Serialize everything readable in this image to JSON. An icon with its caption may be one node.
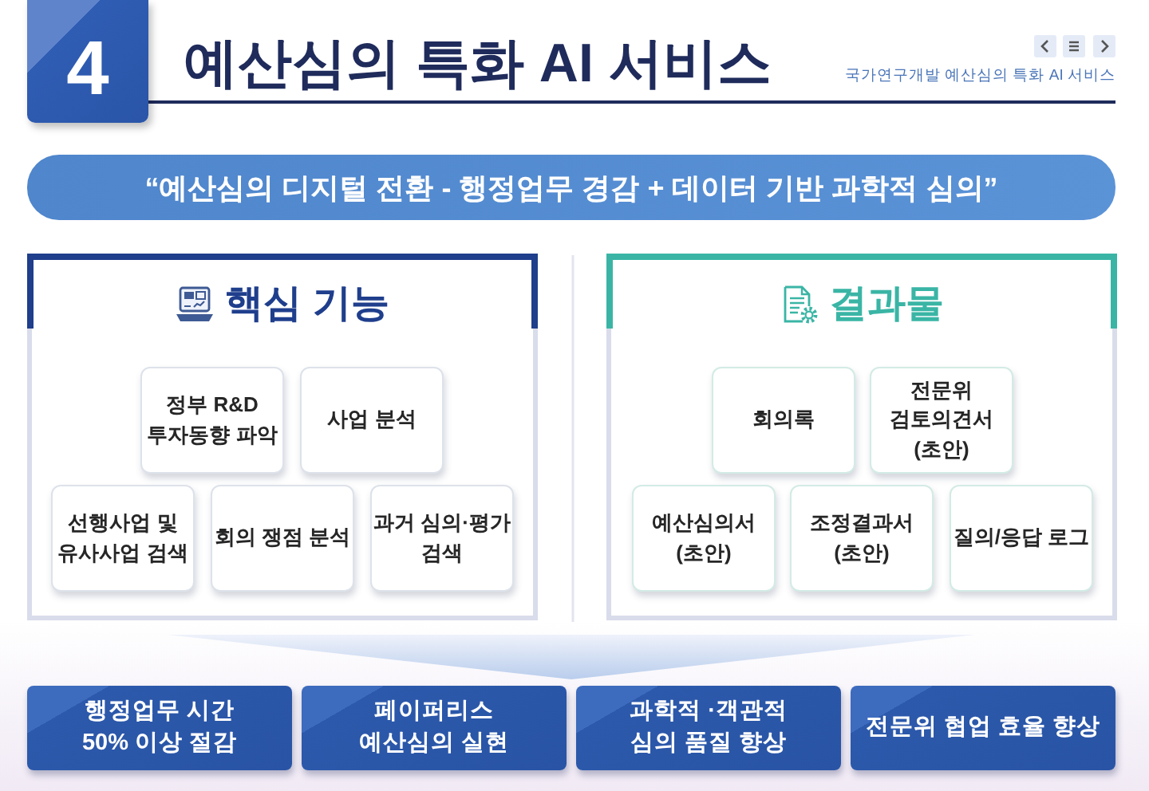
{
  "diagram": {
    "title": "예산심의 특화 AI 서비스",
    "nodes": [
      {
        "text": [
          "4"
        ]
      },
      {
        "text": [
          "“예산심의 디지털 전환 - 행정업무 경감 + 데이터 기반 과학적 심의”"
        ]
      },
      {
        "text": [
          "핵심 기능"
        ]
      },
      {
        "text": [
          "정부 R&D 투자동향 파악"
        ],
        "in": 2
      },
      {
        "text": [
          "사업 분석"
        ],
        "in": 2
      },
      {
        "text": [
          "선행사업 및 유사사업 검색"
        ],
        "in": 2
      },
      {
        "text": [
          "회의 쟁점 분석"
        ],
        "in": 2
      },
      {
        "text": [
          "과거 심의·평가 검색"
        ],
        "in": 2
      },
      {
        "text": [
          "결과물"
        ]
      },
      {
        "text": [
          "회의록"
        ],
        "in": 8
      },
      {
        "text": [
          "전문위 검토의견서 (초안)"
        ],
        "in": 8
      },
      {
        "text": [
          "예산심의서 (초안)"
        ],
        "in": 8
      },
      {
        "text": [
          "조정결과서 (초안)"
        ],
        "in": 8
      },
      {
        "text": [
          "질의/응답 로그"
        ],
        "in": 8
      },
      {
        "text": [],
        "shape": "triangle"
      },
      {
        "text": [
          "행정업무 시간 50% 이상 절감"
        ]
      },
      {
        "text": [
          "페이퍼리스 예산심의 실현"
        ]
      },
      {
        "text": [
          "과학적 ·객관적 심의 품질 향상"
        ]
      },
      {
        "text": [
          "전문위 협업 효율 향상"
        ]
      }
    ],
    "labels": [
      "국가연구개발 예산심의 특화 AI 서비스"
    ]
  }
}
